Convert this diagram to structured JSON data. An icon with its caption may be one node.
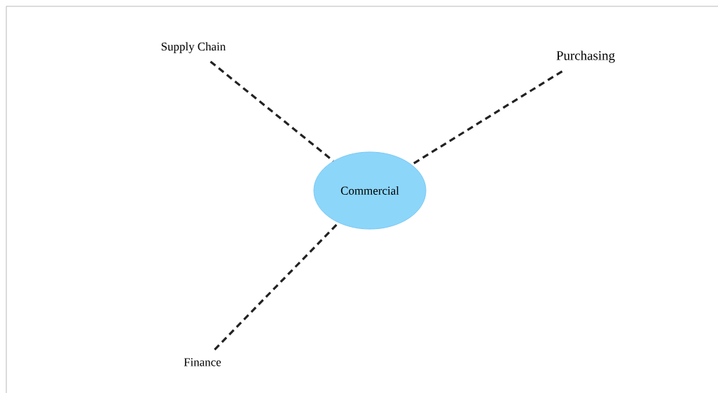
{
  "diagram": {
    "nodes": [
      {
        "text": [
          "Commercial"
        ]
      },
      {
        "text": [
          "Supply Chain"
        ]
      },
      {
        "text": [
          "Purchasing"
        ]
      },
      {
        "text": [
          "Finance"
        ]
      }
    ],
    "edges": [
      {
        "from": 1,
        "to": 0,
        "arrow": "none",
        "style": "dashed"
      },
      {
        "from": 2,
        "to": 0,
        "arrow": "none",
        "style": "dashed"
      },
      {
        "from": 3,
        "to": 0,
        "arrow": "none",
        "style": "dashed"
      }
    ]
  }
}
